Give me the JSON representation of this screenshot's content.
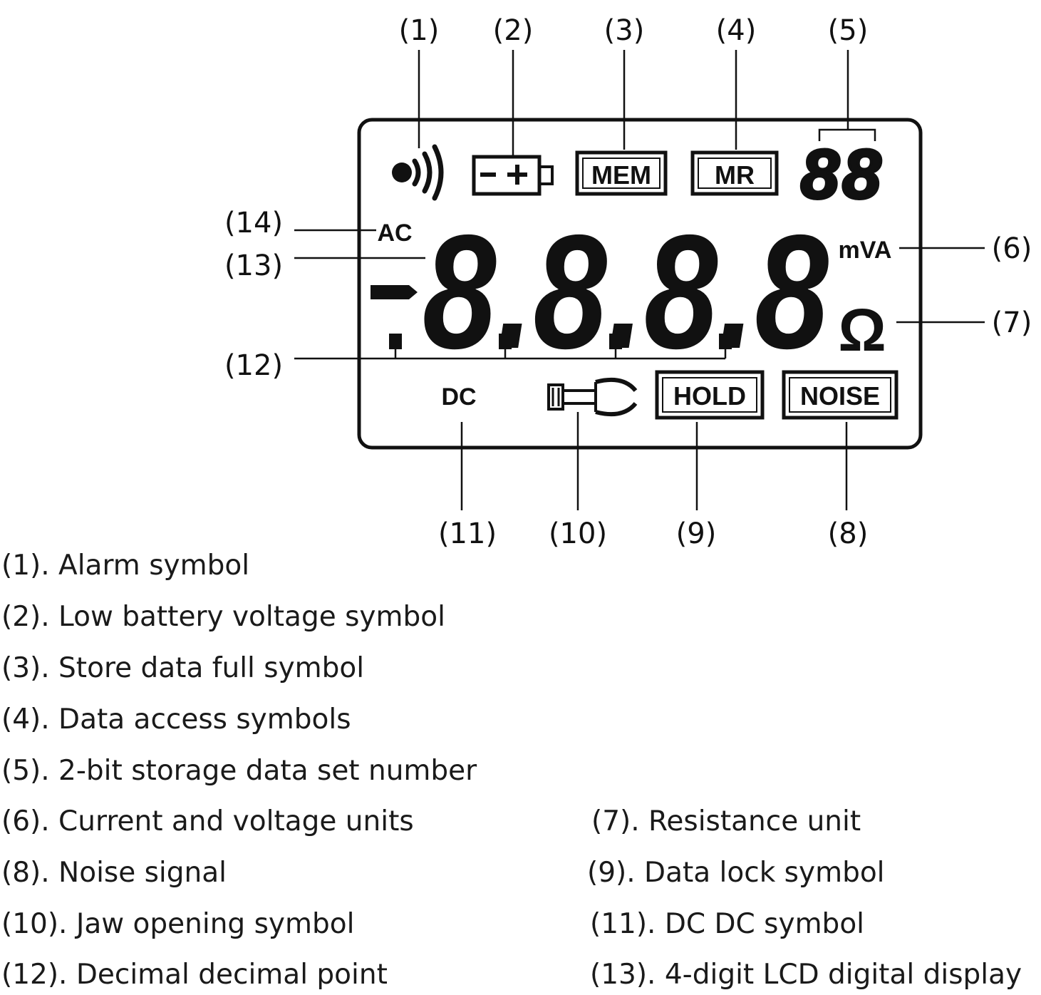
{
  "callouts": {
    "c1": "(1)",
    "c2": "(2)",
    "c3": "(3)",
    "c4": "(4)",
    "c5": "(5)",
    "c6": "(6)",
    "c7": "(7)",
    "c8": "(8)",
    "c9": "(9)",
    "c10": "(10)",
    "c11": "(11)",
    "c12": "(12)",
    "c13": "(13)",
    "c14": "(14)"
  },
  "lcd": {
    "ac": "AC",
    "dc": "DC",
    "mem": "MEM",
    "mr": "MR",
    "hold": "HOLD",
    "noise": "NOISE",
    "units": "mVA",
    "ohm": "Ω",
    "data_set": "88",
    "digits": "8.8.8.8"
  },
  "legend": [
    "(1). Alarm symbol",
    "(2). Low battery voltage symbol",
    "(3). Store data full symbol",
    "(4). Data access symbols",
    "(5). 2-bit storage data set number",
    "(6). Current and voltage units",
    "(7). Resistance unit",
    "(8). Noise signal",
    "(9). Data lock symbol",
    "(10). Jaw opening symbol",
    "(11). DC DC symbol",
    "(12). Decimal decimal point",
    "(13). 4-digit LCD digital display"
  ]
}
